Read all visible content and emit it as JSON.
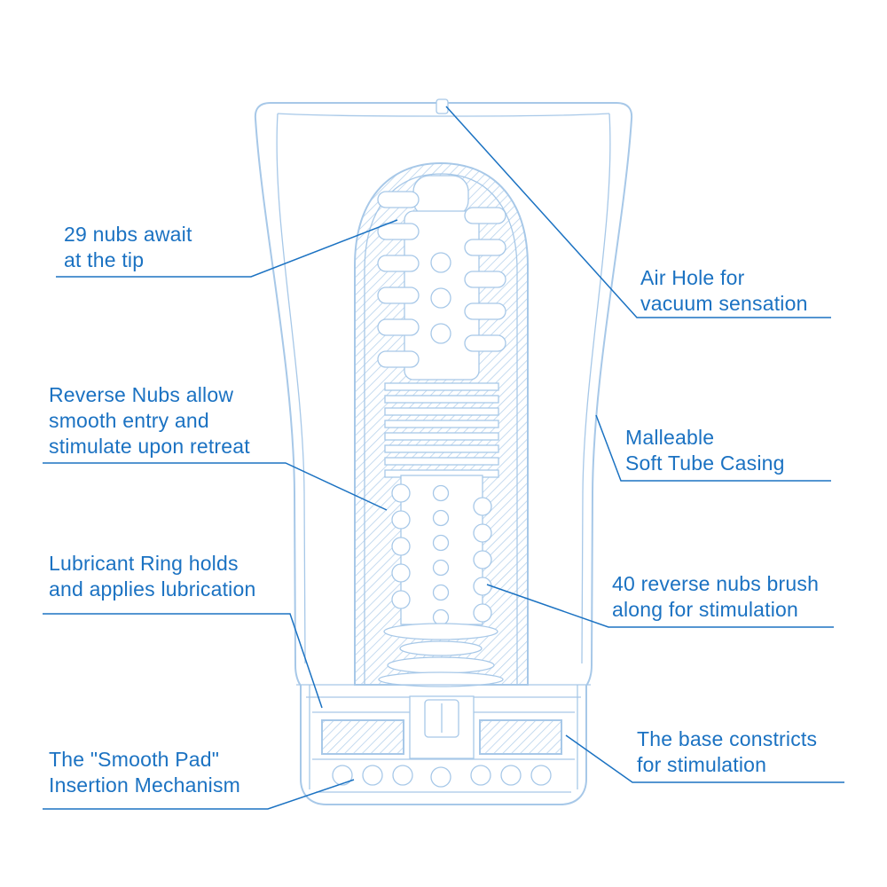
{
  "colors": {
    "background": "#ffffff",
    "label_text": "#1b72c2",
    "leader_line": "#1b72c2",
    "line_art": "#a7c8e8",
    "hatch": "#b7d2ec"
  },
  "callouts": [
    {
      "id": "tip-nubs",
      "side": "left",
      "text": "29 nubs await\nat the tip"
    },
    {
      "id": "air-hole",
      "side": "right",
      "text": "Air Hole for\nvacuum sensation"
    },
    {
      "id": "reverse-nubs-entry",
      "side": "left",
      "text": "Reverse Nubs allow\nsmooth entry and\nstimulate upon retreat"
    },
    {
      "id": "soft-tube-casing",
      "side": "right",
      "text": "Malleable\nSoft Tube Casing"
    },
    {
      "id": "lubricant-ring",
      "side": "left",
      "text": "Lubricant Ring holds\nand applies lubrication"
    },
    {
      "id": "forty-reverse-nubs",
      "side": "right",
      "text": "40 reverse nubs brush\nalong for stimulation"
    },
    {
      "id": "smooth-pad",
      "side": "left",
      "text": "The \"Smooth Pad\"\nInsertion Mechanism"
    },
    {
      "id": "base-constricts",
      "side": "right",
      "text": "The base constricts\nfor stimulation"
    }
  ]
}
